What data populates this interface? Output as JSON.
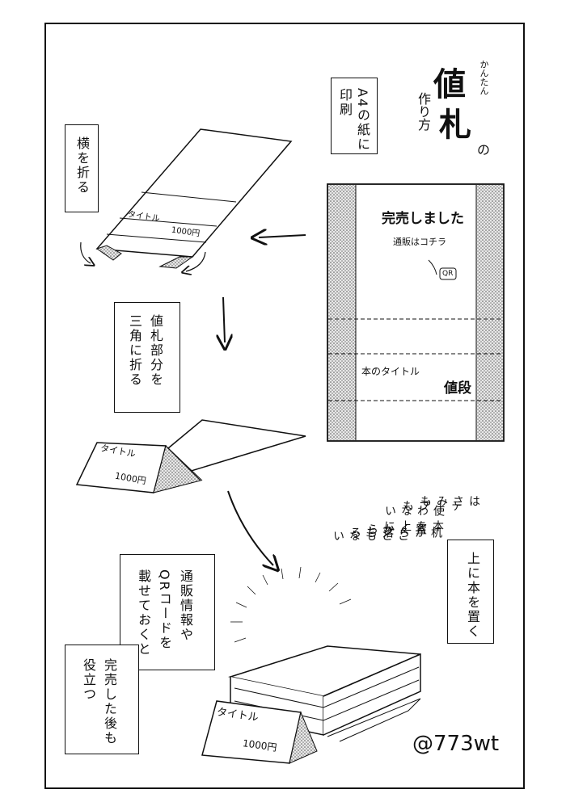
{
  "title": {
    "small_top": "かんたん",
    "main_1": "値",
    "main_2": "札",
    "particle": "の",
    "small_side": "作り方"
  },
  "steps": {
    "print": [
      "A4の紙に",
      "印刷"
    ],
    "fold_sides": [
      "横を折る"
    ],
    "fold_triangle": [
      "値札部分を",
      "三角に折る"
    ],
    "place_book": [
      "上に本を置く"
    ],
    "no_tools": [
      "はさみも",
      "テープも",
      "使わない"
    ],
    "stable": [
      "本を上に",
      "置くから",
      "机から落ちる",
      "こともない"
    ],
    "qr_note": [
      "通販情報や",
      "QRコードを",
      "載せておくと"
    ],
    "useful": [
      "完売した後も",
      "役立つ"
    ]
  },
  "sheet": {
    "sold_out": "完売しました",
    "mail_order": "通販はコチラ",
    "qr": "QR",
    "book_title": "本のタイトル",
    "price": "値段"
  },
  "labels": {
    "title_tag": "タイトル",
    "price_tag": "1000円"
  },
  "credit": "@773wt"
}
